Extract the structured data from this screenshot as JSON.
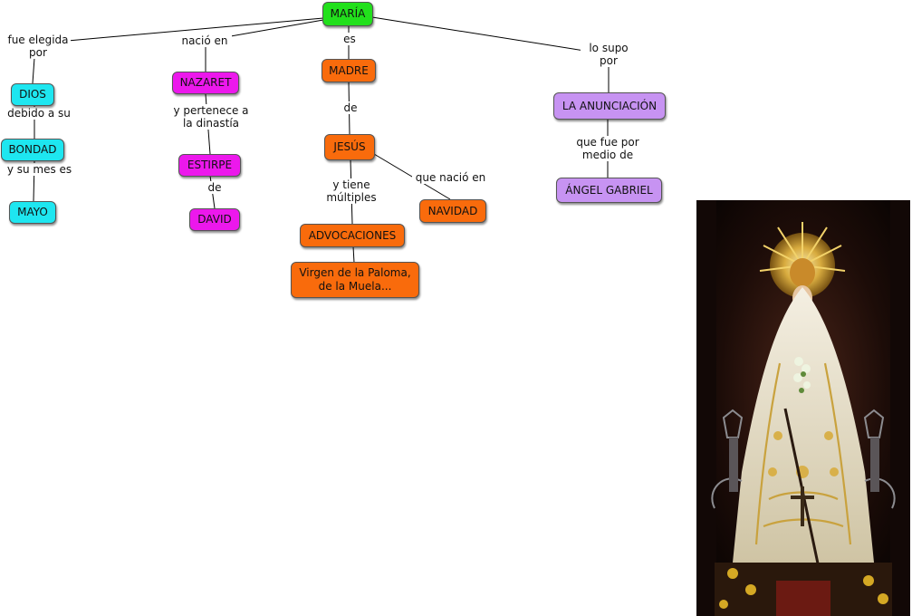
{
  "colors": {
    "maria": "#22e01c",
    "cyan": "#1ee6f0",
    "magenta": "#ec18ec",
    "orange": "#f96b0c",
    "violet": "#c793f2",
    "line": "#000000"
  },
  "concepts": {
    "maria": "MARÍA",
    "dios": "DIOS",
    "bondad": "BONDAD",
    "mayo": "MAYO",
    "nazaret": "NAZARET",
    "estirpe": "ESTIRPE",
    "david": "DAVID",
    "madre": "MADRE",
    "jesus": "JESÚS",
    "navidad": "NAVIDAD",
    "advocaciones": "ADVOCACIONES",
    "virgen": "Virgen de la Paloma,\nde la Muela...",
    "anunciacion": "LA ANUNCIACIÓN",
    "angel": "ÁNGEL GABRIEL"
  },
  "links": {
    "fue_elegida": "fue elegida\npor",
    "debido": "debido a su",
    "mes": "y su mes es",
    "nacio_en": "nació en",
    "pertenece": "y pertenece a\nla dinastía",
    "de_david": "de",
    "es": "es",
    "de_jesus": "de",
    "tiene": "y tiene\nmúltiples",
    "nacio_jesus": "que nació en",
    "lo_supo": "lo supo\npor",
    "medio": "que fue por\nmedio de"
  },
  "image": {
    "subject": "virgin-statue-photo"
  }
}
